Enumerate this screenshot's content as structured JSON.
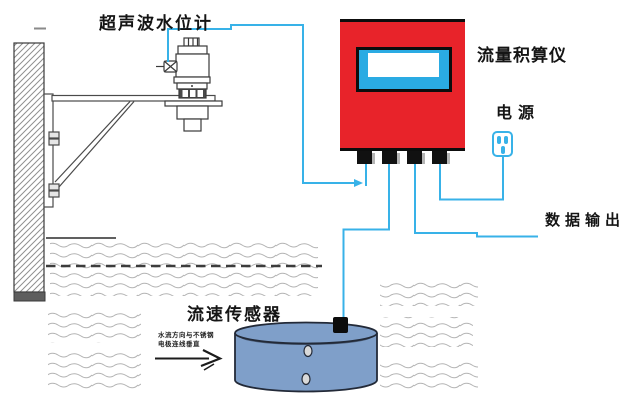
{
  "labels": {
    "ultrasonic_level_meter": "超声波水位计",
    "flow_totalizer": "流量积算仪",
    "power_supply": "电源",
    "data_output": "数据输出",
    "velocity_sensor": "流速传感器",
    "flow_note_line1": "水流方向与不锈钢",
    "flow_note_line2": "电极连线垂直"
  },
  "colors": {
    "wire-cyan": "#38b2e8",
    "box-red": "#e8232a",
    "display-cyan": "#2aabe3",
    "screen-white": "#ffffff",
    "cylinder-blue": "#7f9fc9",
    "connector-black": "#111111",
    "wave-gray": "#b3b3b3"
  }
}
